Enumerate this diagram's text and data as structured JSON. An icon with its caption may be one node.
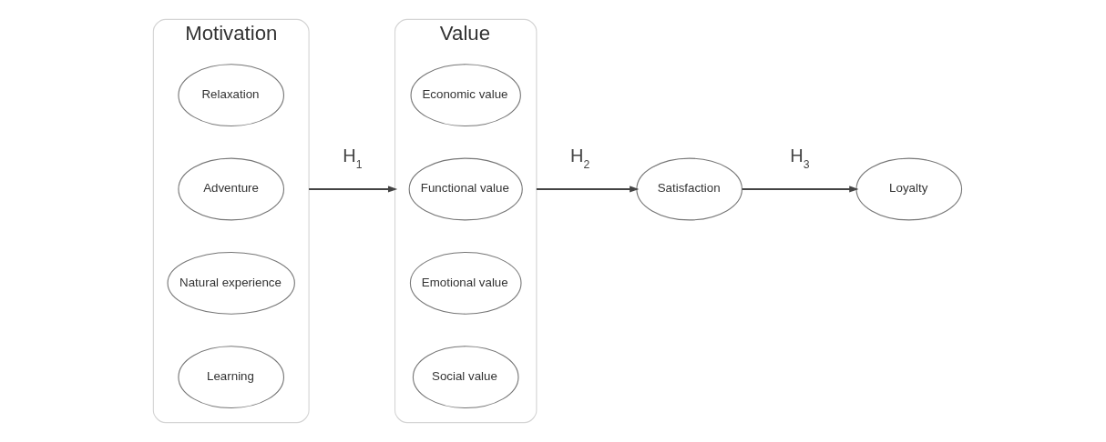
{
  "diagram": {
    "nodes": [
      {
        "text": [
          "Motivation"
        ]
      },
      {
        "text": [
          "Relaxation"
        ],
        "in": 0
      },
      {
        "text": [
          "Adventure"
        ],
        "in": 0
      },
      {
        "text": [
          "Natural experience"
        ],
        "in": 0
      },
      {
        "text": [
          "Learning"
        ],
        "in": 0
      },
      {
        "text": [
          "Value"
        ]
      },
      {
        "text": [
          "Economic value"
        ],
        "in": 5
      },
      {
        "text": [
          "Functional value"
        ],
        "in": 5
      },
      {
        "text": [
          "Emotional value"
        ],
        "in": 5
      },
      {
        "text": [
          "Social value"
        ],
        "in": 5
      },
      {
        "text": [
          "Satisfaction"
        ]
      },
      {
        "text": [
          "Loyalty"
        ]
      }
    ],
    "edges": [
      {
        "from": 0,
        "to": 5,
        "arrow": "to",
        "label": "H$_{1}$"
      },
      {
        "from": 5,
        "to": 10,
        "arrow": "to",
        "label": "H$_{2}$"
      },
      {
        "from": 10,
        "to": 11,
        "arrow": "to",
        "label": "H$_{3}$"
      }
    ]
  }
}
